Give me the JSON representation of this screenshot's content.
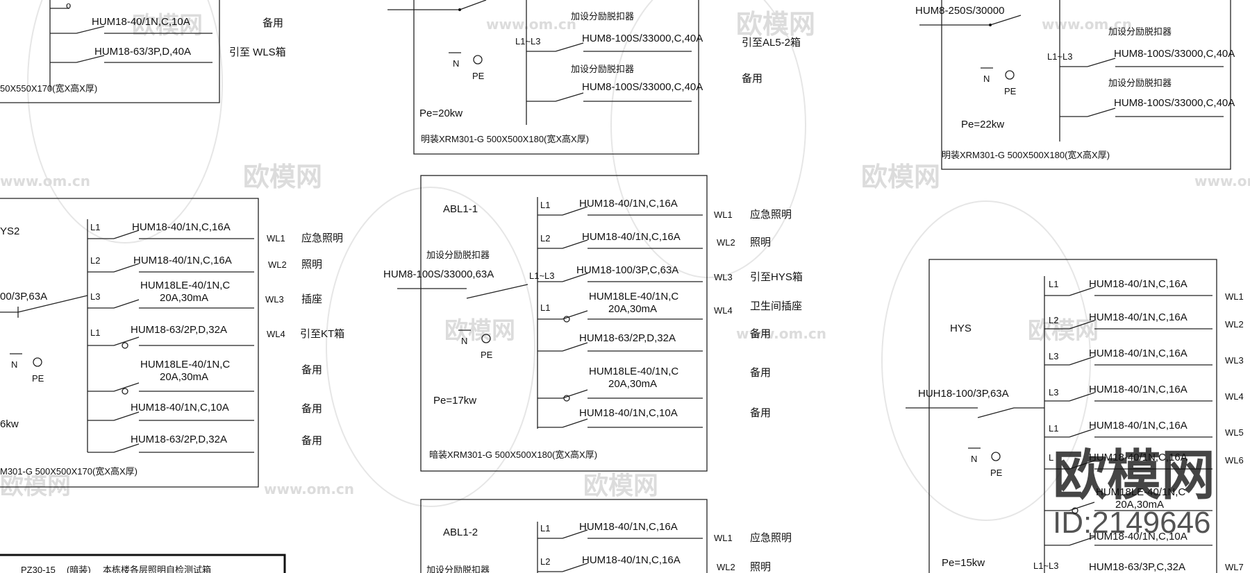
{
  "watermark": {
    "brand": "欧模网",
    "site": "www.om.cn",
    "id_label": "ID:2149646"
  },
  "panel_tr": {
    "incoming": "HUM8-250S/30000",
    "note1": "加设分励脱扣器",
    "note2": "加设分励脱扣器",
    "phase": "L1~L3",
    "b1": "HUM8-100S/33000,C,40A",
    "b2": "HUM8-100S/33000,C,40A",
    "n": "N",
    "pe": "PE",
    "pe_power": "Pe=22kw",
    "cabinet": "明装XRM301-G 500X500X180(宽X高X厚)"
  },
  "panel_tl": {
    "b1": "HUM18-40/1N,C,10A",
    "b2": "HUM18-63/3P,D,40A",
    "d1": "备用",
    "d2": "引至 WLS箱",
    "cabinet": "50X550X170(宽X高X厚)"
  },
  "panel_tc": {
    "note1": "加设分励脱扣器",
    "note2": "加设分励脱扣器",
    "phase": "L1~L3",
    "b1": "HUM8-100S/33000,C,40A",
    "b2": "HUM8-100S/33000,C,40A",
    "d1": "引至AL5-2箱",
    "d2": "备用",
    "n": "N",
    "pe": "PE",
    "pe_power": "Pe=20kw",
    "cabinet": "明装XRM301-G 500X500X180(宽X高X厚)"
  },
  "panel_ml": {
    "title": "YS2",
    "incoming": "00/3P,63A",
    "n": "N",
    "pe": "PE",
    "pe_power": "6kw",
    "cabinet": "M301-G 500X500X170(宽X高X厚)",
    "rows": [
      {
        "phase": "L1",
        "breaker": "HUM18-40/1N,C,16A",
        "breaker2": "",
        "wl": "WL1",
        "dest": "应急照明"
      },
      {
        "phase": "L2",
        "breaker": "HUM18-40/1N,C,16A",
        "breaker2": "",
        "wl": "WL2",
        "dest": "照明"
      },
      {
        "phase": "L3",
        "breaker": "HUM18LE-40/1N,C",
        "breaker2": "20A,30mA",
        "wl": "WL3",
        "dest": "插座"
      },
      {
        "phase": "L1",
        "breaker": "HUM18-63/2P,D,32A",
        "breaker2": "",
        "wl": "WL4",
        "dest": "引至KT箱"
      },
      {
        "phase": "",
        "breaker": "HUM18LE-40/1N,C",
        "breaker2": "20A,30mA",
        "wl": "",
        "dest": "备用"
      },
      {
        "phase": "",
        "breaker": "HUM18-40/1N,C,10A",
        "breaker2": "",
        "wl": "",
        "dest": "备用"
      },
      {
        "phase": "",
        "breaker": "HUM18-63/2P,D,32A",
        "breaker2": "",
        "wl": "",
        "dest": "备用"
      }
    ]
  },
  "panel_abl1": {
    "title": "ABL1-1",
    "note": "加设分励脱扣器",
    "incoming": "HUM8-100S/33000,63A",
    "phase_in": "L1~L3",
    "n": "N",
    "pe": "PE",
    "pe_power": "Pe=17kw",
    "cabinet": "暗装XRM301-G 500X500X180(宽X高X厚)",
    "rows": [
      {
        "phase": "L1",
        "breaker": "HUM18-40/1N,C,16A",
        "breaker2": "",
        "wl": "WL1",
        "dest": "应急照明"
      },
      {
        "phase": "L2",
        "breaker": "HUM18-40/1N,C,16A",
        "breaker2": "",
        "wl": "WL2",
        "dest": "照明"
      },
      {
        "phase": "",
        "breaker": "HUM18-100/3P,C,63A",
        "breaker2": "",
        "wl": "WL3",
        "dest": "引至HYS箱"
      },
      {
        "phase": "L1",
        "breaker": "HUM18LE-40/1N,C",
        "breaker2": "20A,30mA",
        "wl": "WL4",
        "dest": "卫生间插座"
      },
      {
        "phase": "",
        "breaker": "HUM18-63/2P,D,32A",
        "breaker2": "",
        "wl": "",
        "dest": "备用"
      },
      {
        "phase": "",
        "breaker": "HUM18LE-40/1N,C",
        "breaker2": "20A,30mA",
        "wl": "",
        "dest": "备用"
      },
      {
        "phase": "",
        "breaker": "HUM18-40/1N,C,10A",
        "breaker2": "",
        "wl": "",
        "dest": "备用"
      }
    ]
  },
  "panel_abl2": {
    "title": "ABL1-2",
    "note": "加设分励脱扣器",
    "rows": [
      {
        "phase": "L1",
        "breaker": "HUM18-40/1N,C,16A",
        "wl": "WL1",
        "dest": "应急照明"
      },
      {
        "phase": "L2",
        "breaker": "HUM18-40/1N,C,16A",
        "wl": "WL2",
        "dest": "照明"
      }
    ]
  },
  "panel_hys": {
    "title": "HYS",
    "incoming": "HUH18-100/3P,63A",
    "phase_in": "L1~L3",
    "n": "N",
    "pe": "PE",
    "pe_power": "Pe=15kw",
    "rows": [
      {
        "phase": "L1",
        "breaker": "HUM18-40/1N,C,16A",
        "wl": "WL1"
      },
      {
        "phase": "L2",
        "breaker": "HUM18-40/1N,C,16A",
        "wl": "WL2"
      },
      {
        "phase": "L3",
        "breaker": "HUM18-40/1N,C,16A",
        "wl": "WL3"
      },
      {
        "phase": "L3",
        "breaker": "HUM18-40/1N,C,16A",
        "wl": "WL4"
      },
      {
        "phase": "L1",
        "breaker": "HUM18-40/1N,C,16A",
        "wl": "WL5"
      },
      {
        "phase": "L",
        "breaker": "HUM18-40/1N,C,16A",
        "wl": "WL6"
      },
      {
        "phase": "",
        "breaker": "HUM18LE-40/1N,C",
        "wl": ""
      },
      {
        "phase": "",
        "breaker": "20A,30mA",
        "wl": ""
      },
      {
        "phase": "",
        "breaker": "HUM18-40/1N,C,10A",
        "wl": ""
      },
      {
        "phase": "",
        "breaker": "HUM18-63/3P,C,32A",
        "wl": "WL7"
      }
    ]
  },
  "title_block": {
    "code": "PZ30-15",
    "tag": "(暗装)",
    "text": "本栋楼各层照明自检测试箱"
  }
}
